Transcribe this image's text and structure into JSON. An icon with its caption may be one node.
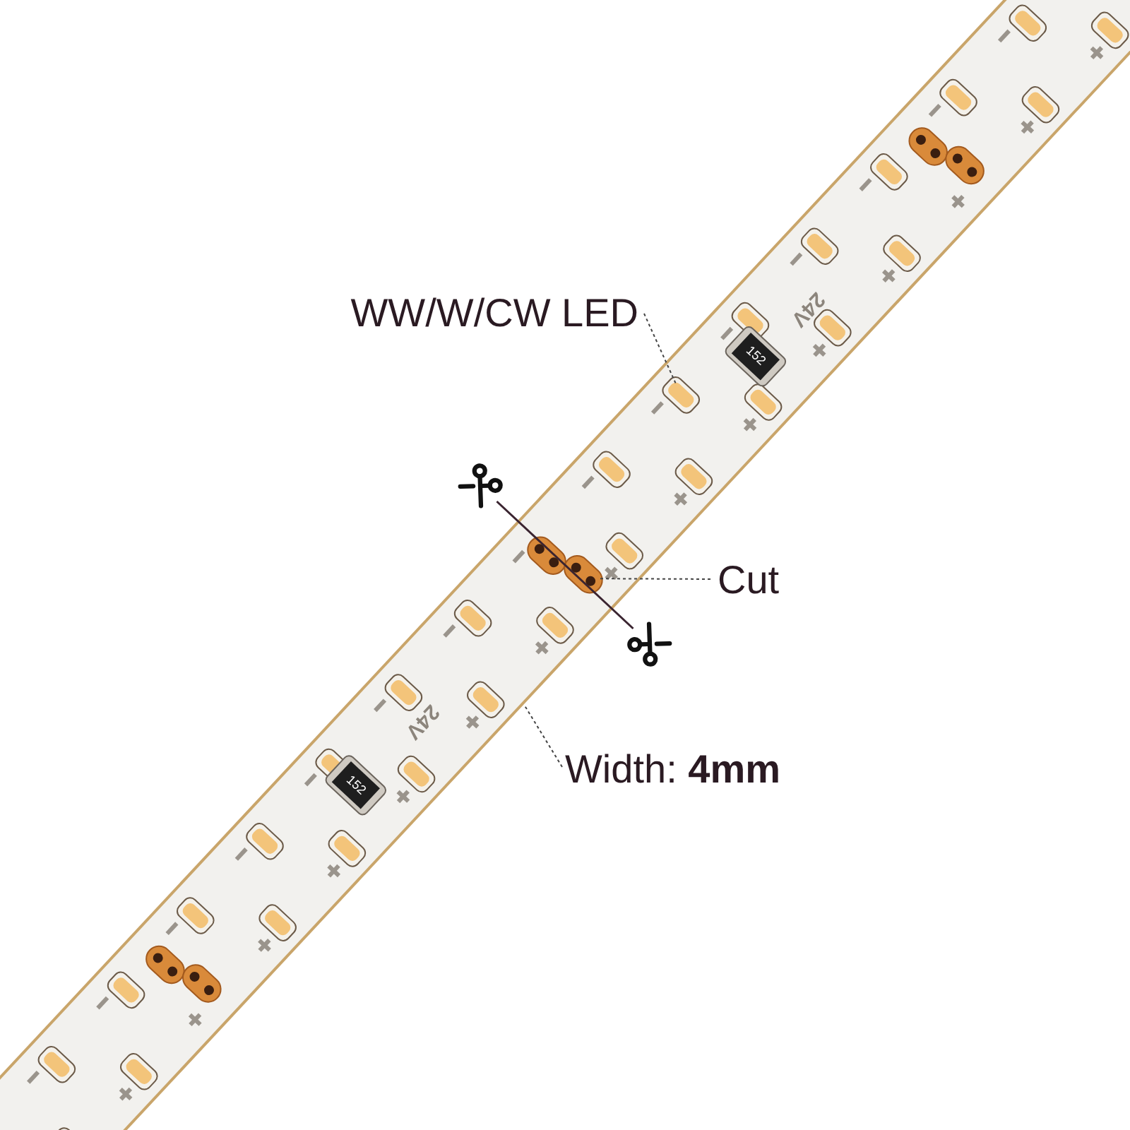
{
  "diagram": {
    "nodes": [
      {
        "text": [
          "WW/W/CW LED"
        ]
      },
      {
        "text": [],
        "shape": "box"
      },
      {
        "text": [
          "Cut"
        ]
      },
      {
        "text": [],
        "shape": "box"
      },
      {
        "text": [
          "Width: **4mm**"
        ]
      }
    ],
    "edges": [
      {
        "from": 0,
        "to": 1,
        "arrow": "none"
      },
      {
        "from": 2,
        "to": 3,
        "arrow": "none"
      },
      {
        "from": 4,
        "to": null,
        "arrow": "none"
      }
    ],
    "labels": [
      "24V",
      "152",
      "24V",
      "152"
    ]
  }
}
